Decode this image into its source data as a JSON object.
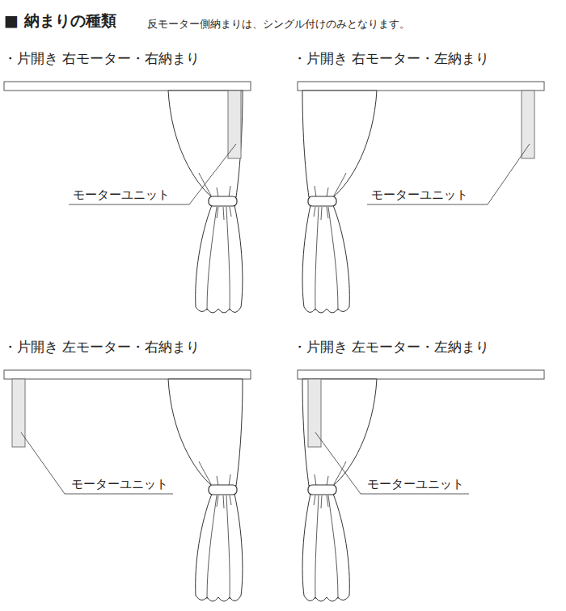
{
  "diagram": {
    "title": "■ 納まりの種類",
    "labels": [
      "反モーター側納まりは、シングル付けのみとなります。",
      "・片開き 右モーター・右納まり",
      "モーターユニット",
      "・片開き 右モーター・左納まり",
      "モーターユニット",
      "・片開き 左モーター・右納まり",
      "モーターユニット",
      "・片開き 左モーター・左納まり",
      "モーターユニット"
    ]
  }
}
